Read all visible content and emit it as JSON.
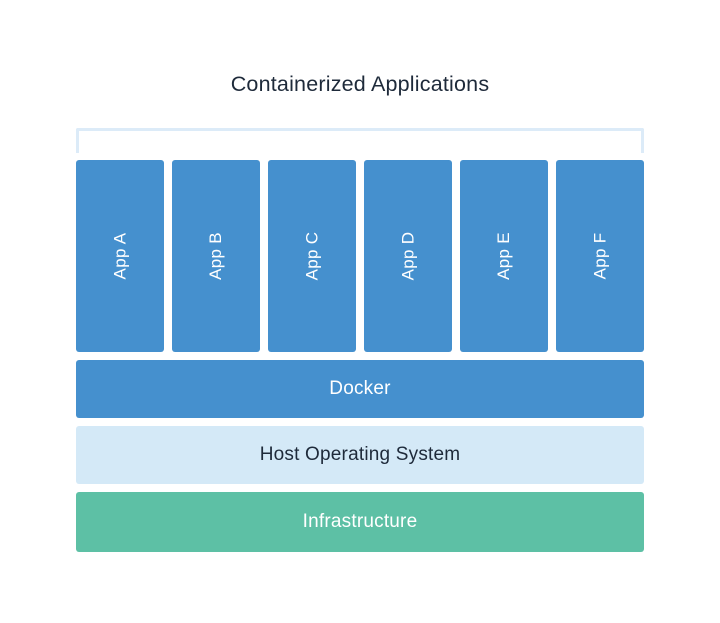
{
  "diagram": {
    "title": "Containerized Applications",
    "title_color": "#1E2A3A",
    "background_color": "#FFFFFF",
    "bracket": {
      "name": "applications-bracket",
      "color": "#DCEBF8"
    },
    "apps": [
      {
        "label": "App A",
        "color": "#4590CE",
        "text_color": "#FFFFFF"
      },
      {
        "label": "App B",
        "color": "#4590CE",
        "text_color": "#FFFFFF"
      },
      {
        "label": "App C",
        "color": "#4590CE",
        "text_color": "#FFFFFF"
      },
      {
        "label": "App D",
        "color": "#4590CE",
        "text_color": "#FFFFFF"
      },
      {
        "label": "App E",
        "color": "#4590CE",
        "text_color": "#FFFFFF"
      },
      {
        "label": "App F",
        "color": "#4590CE",
        "text_color": "#FFFFFF"
      }
    ],
    "layers": [
      {
        "label": "Docker",
        "color": "#4590CE",
        "text_color": "#FFFFFF"
      },
      {
        "label": "Host Operating System",
        "color": "#D4E9F7",
        "text_color": "#1E2A3A"
      },
      {
        "label": "Infrastructure",
        "color": "#5DC0A5",
        "text_color": "#FFFFFF"
      }
    ]
  }
}
